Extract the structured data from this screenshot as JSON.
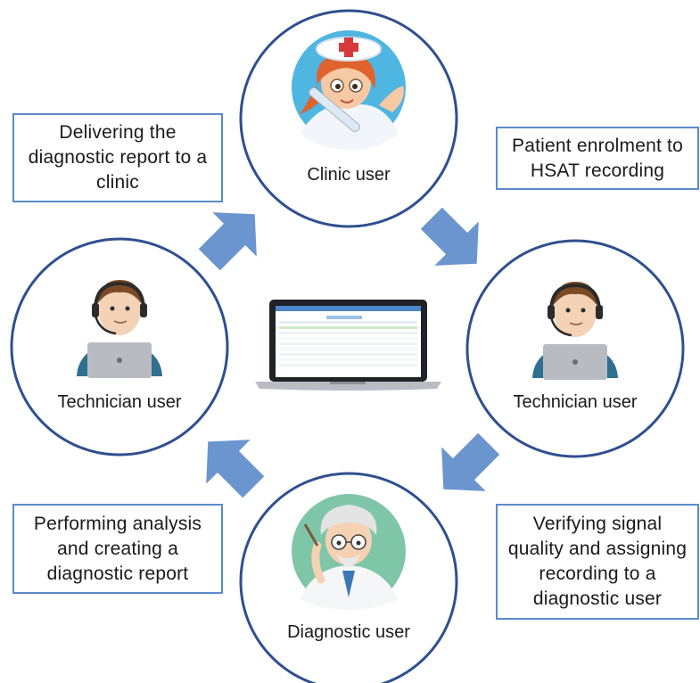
{
  "roles": {
    "clinic": "Clinic user",
    "tech_right": "Technician user",
    "tech_left": "Technician user",
    "diagnostic": "Diagnostic user"
  },
  "steps": {
    "enrolment": "Patient enrolment to HSAT recording",
    "verifying": "Verifying signal quality and assigning recording to a diagnostic user",
    "analysis": "Performing analysis and creating a diagnostic report",
    "delivering": "Delivering the diagnostic report to a clinic"
  },
  "colors": {
    "circle_stroke": "#2f4f8f",
    "arrow": "#6b95cf",
    "box_border": "#5b8bc9"
  },
  "icons": [
    "nurse-avatar-icon",
    "technician-avatar-icon",
    "doctor-avatar-icon",
    "laptop-dashboard-icon",
    "cycle-arrow-icon"
  ]
}
